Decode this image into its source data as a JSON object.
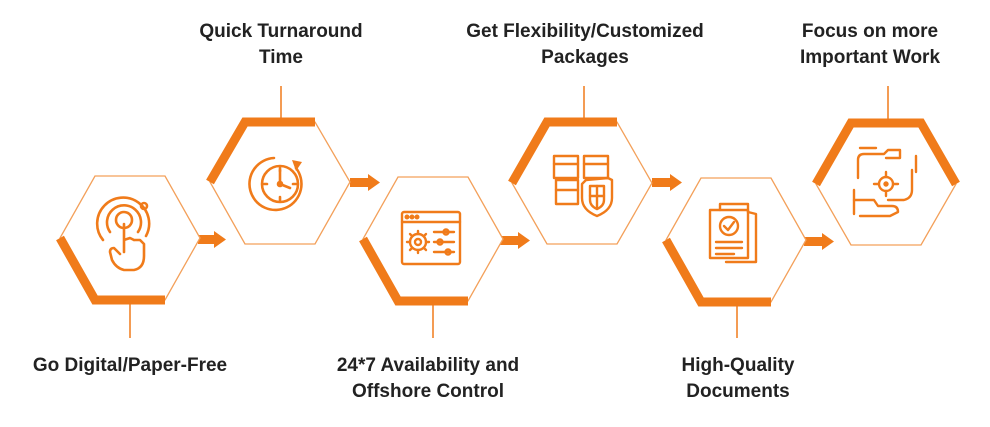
{
  "accent": "#f07b1a",
  "text_color": "#222222",
  "steps": [
    {
      "lines": [
        "Go Digital/Paper-Free"
      ],
      "icon": "touch-icon"
    },
    {
      "lines": [
        "Quick Turnaround",
        "Time"
      ],
      "icon": "clock-icon"
    },
    {
      "lines": [
        "24*7 Availability and",
        "Offshore Control"
      ],
      "icon": "settings-window-icon"
    },
    {
      "lines": [
        "Get Flexibility/Customized",
        "Packages"
      ],
      "icon": "package-shield-icon"
    },
    {
      "lines": [
        "High-Quality",
        "Documents"
      ],
      "icon": "document-check-icon"
    },
    {
      "lines": [
        "Focus on more",
        "Important Work"
      ],
      "icon": "handshake-target-icon"
    }
  ]
}
